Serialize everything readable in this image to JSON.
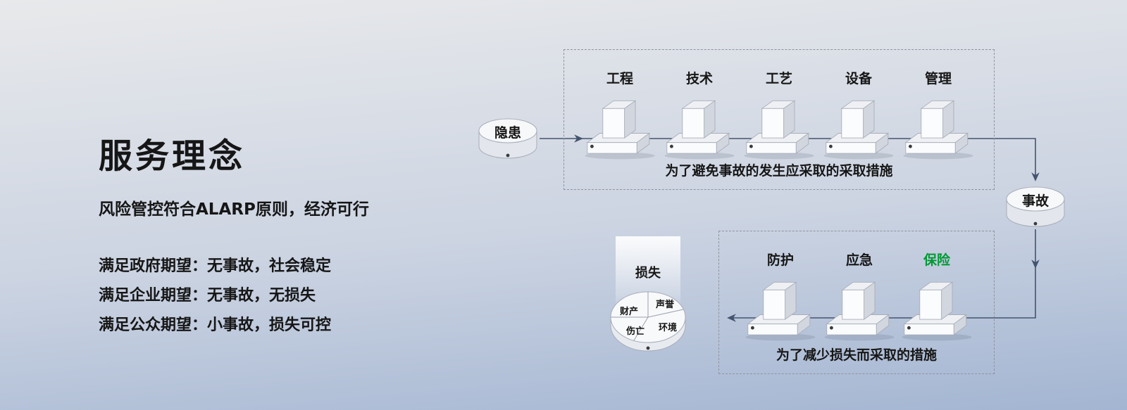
{
  "colors": {
    "arrow": "#44546f",
    "dash-border": "#8e939e",
    "text": "#161616",
    "bg-top": "#e8e9eb",
    "bg-mid": "#ccd4e2",
    "bg-bottom": "#a3b5d2"
  },
  "left_panel": {
    "title": "服务理念",
    "subtitle": "风险管控符合ALARP原则，经济可行",
    "bullets": [
      "满足政府期望：无事故，社会稳定",
      "满足企业期望：无事故，无损失",
      "满足公众期望：小事故，损失可控"
    ]
  },
  "diagram": {
    "hazard_node": {
      "label": "隐患"
    },
    "accident_node": {
      "label": "事故"
    },
    "loss_node": {
      "label": "损失",
      "segments": [
        "财产",
        "声誉",
        "伤亡",
        "环境"
      ]
    },
    "prevention_box": {
      "caption": "为了避免事故的发生应采取的采取措施",
      "barriers": [
        {
          "label": "工程"
        },
        {
          "label": "技术"
        },
        {
          "label": "工艺"
        },
        {
          "label": "设备"
        },
        {
          "label": "管理"
        }
      ]
    },
    "mitigation_box": {
      "caption": "为了减少损失而采取的措施",
      "barriers": [
        {
          "label": "防护"
        },
        {
          "label": "应急"
        },
        {
          "label": "保险",
          "label_color": "#009933"
        }
      ]
    }
  }
}
